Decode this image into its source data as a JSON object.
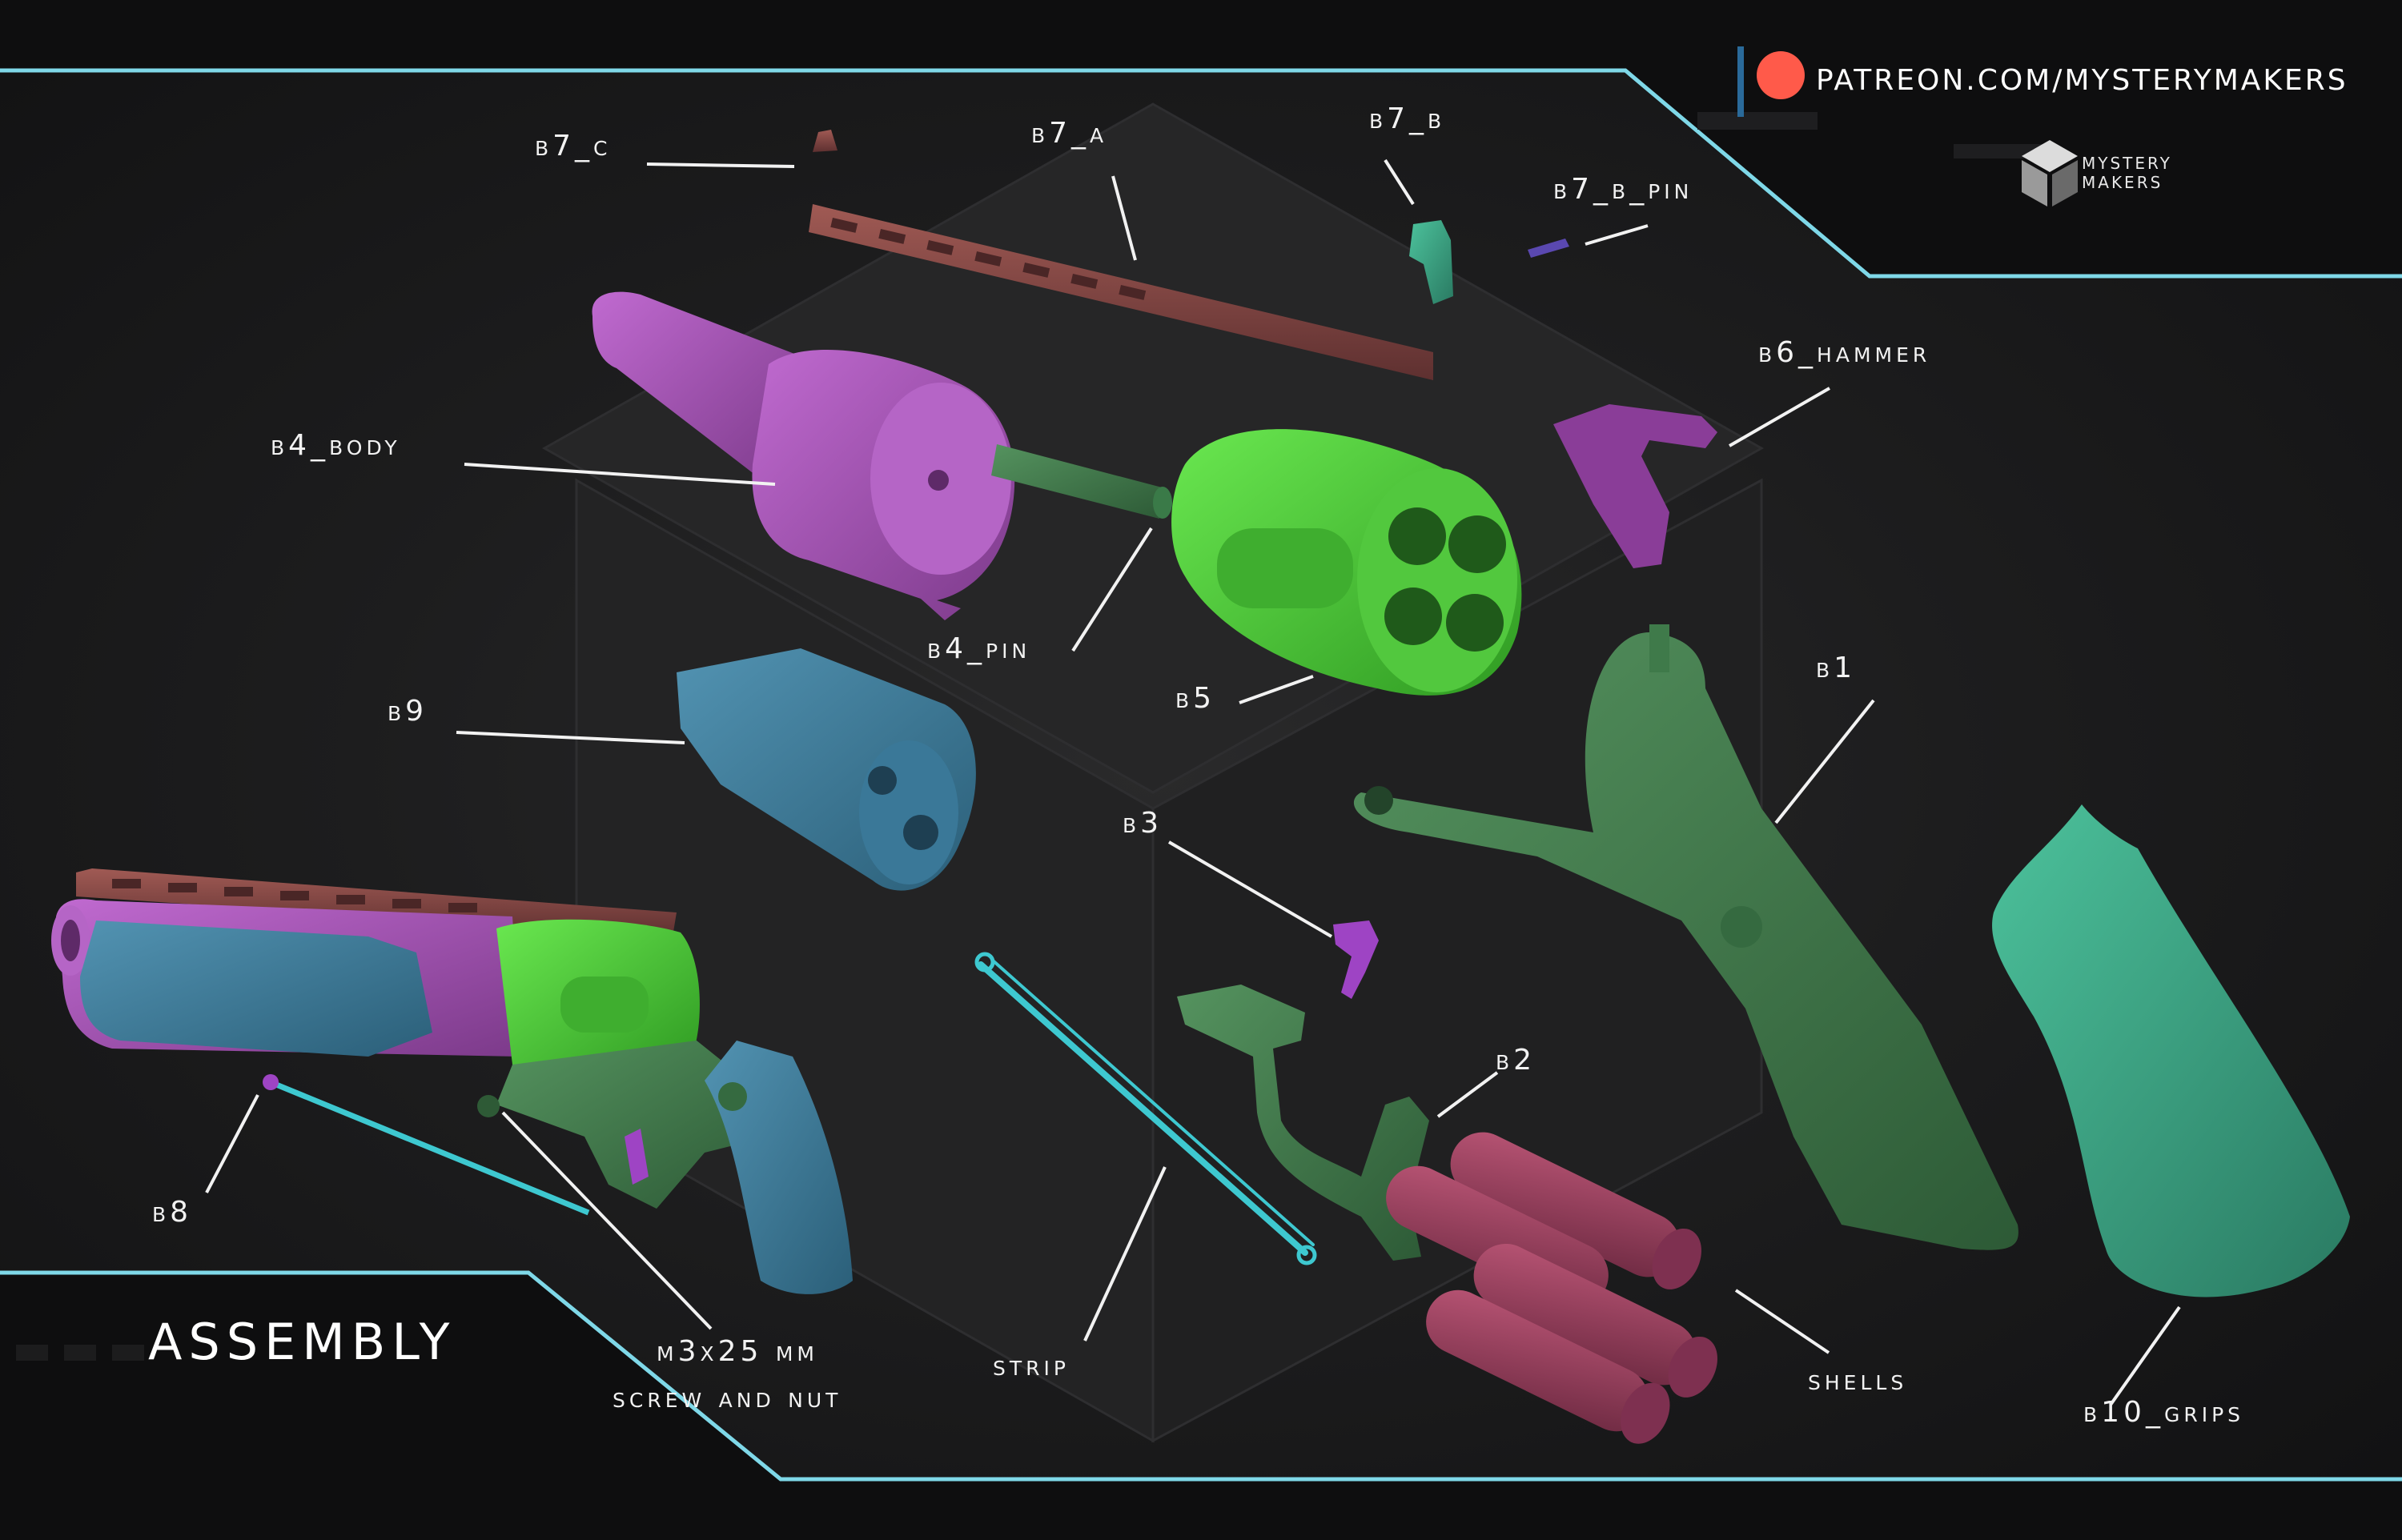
{
  "header": {
    "patreon_url": "PATREON.COM/MYSTERYMAKERS",
    "brand_line1": "MYSTERY",
    "brand_line2": "MAKERS"
  },
  "title": "ASSEMBLY",
  "labels": {
    "b7_c": "B7_C",
    "b7_a": "B7_A",
    "b7_b": "B7_B",
    "b7_b_pin": "B7_B_PIN",
    "b6_hammer": "B6_HAMMER",
    "b4_body": "B4_BODY",
    "b4_pin": "B4_PIN",
    "b5": "B5",
    "b9": "B9",
    "b1": "B1",
    "b3": "B3",
    "b2": "B2",
    "b8": "B8",
    "screw_line1": "M3x25 MM",
    "screw_line2": "SCREW AND NUT",
    "strip": "STRIP",
    "shells": "SHELLS",
    "b10_grips": "B10_GRIPS"
  },
  "colors": {
    "purple": "#a550b5",
    "green_bright": "#4fd03a",
    "green_dark": "#3f7a4a",
    "teal": "#3f7fa0",
    "mint": "#3fae8a",
    "brown": "#8a4a45",
    "pink": "#a0405e",
    "cyan": "#3ec8d0",
    "patreon": "#ff5a4a",
    "accent_line": "#7fd8e8"
  }
}
